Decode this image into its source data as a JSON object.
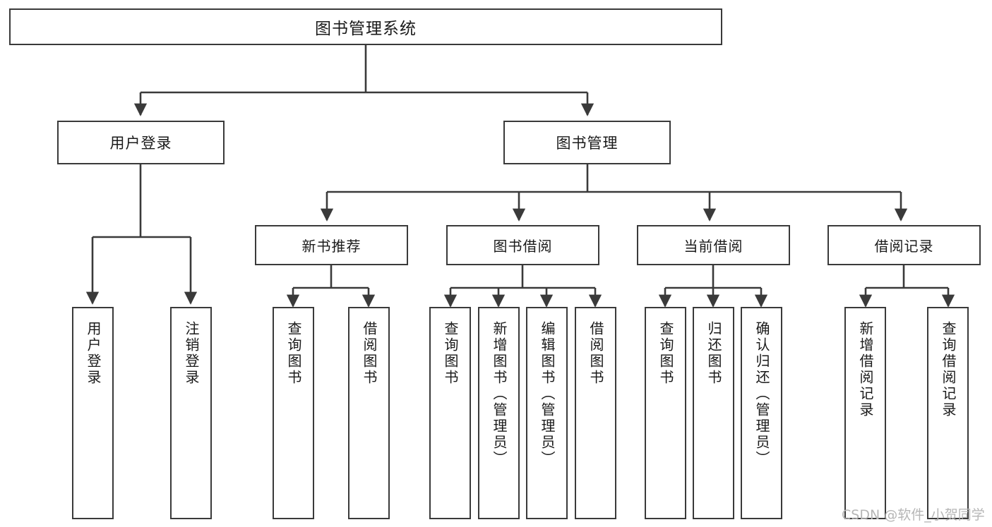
{
  "diagram": {
    "title": "图书管理系统",
    "type": "tree-hierarchy",
    "root": {
      "id": "root",
      "label": "图书管理系统"
    },
    "level1": [
      {
        "id": "user-login",
        "label": "用户登录"
      },
      {
        "id": "book-management",
        "label": "图书管理"
      }
    ],
    "level2": [
      {
        "id": "new-book-recommend",
        "label": "新书推荐",
        "parent": "book-management"
      },
      {
        "id": "book-borrow",
        "label": "图书借阅",
        "parent": "book-management"
      },
      {
        "id": "current-borrow",
        "label": "当前借阅",
        "parent": "book-management"
      },
      {
        "id": "borrow-record",
        "label": "借阅记录",
        "parent": "book-management"
      }
    ],
    "leaves": {
      "user_login": [
        {
          "id": "leaf-user-login",
          "label": "用户登录"
        },
        {
          "id": "leaf-user-logout",
          "label": "注销登录"
        }
      ],
      "new_book_recommend": [
        {
          "id": "leaf-query-book-1",
          "label": "查询图书"
        },
        {
          "id": "leaf-borrow-book-1",
          "label": "借阅图书"
        }
      ],
      "book_borrow": [
        {
          "id": "leaf-query-book-2",
          "label": "查询图书"
        },
        {
          "id": "leaf-add-book",
          "label": "新增图书（管理员）"
        },
        {
          "id": "leaf-edit-book",
          "label": "编辑图书（管理员）"
        },
        {
          "id": "leaf-borrow-book-2",
          "label": "借阅图书"
        }
      ],
      "current_borrow": [
        {
          "id": "leaf-query-book-3",
          "label": "查询图书"
        },
        {
          "id": "leaf-return-book",
          "label": "归还图书"
        },
        {
          "id": "leaf-confirm-return",
          "label": "确认归还（管理员）"
        }
      ],
      "borrow_record": [
        {
          "id": "leaf-add-record",
          "label": "新增借阅记录"
        },
        {
          "id": "leaf-query-record",
          "label": "查询借阅记录"
        }
      ]
    }
  },
  "watermark": {
    "text": "CSDN @软件_小贺同学"
  },
  "colors": {
    "stroke": "#3a3a3a",
    "background": "#ffffff",
    "text": "#1a1a1a",
    "watermark": "#b6b6b6"
  }
}
